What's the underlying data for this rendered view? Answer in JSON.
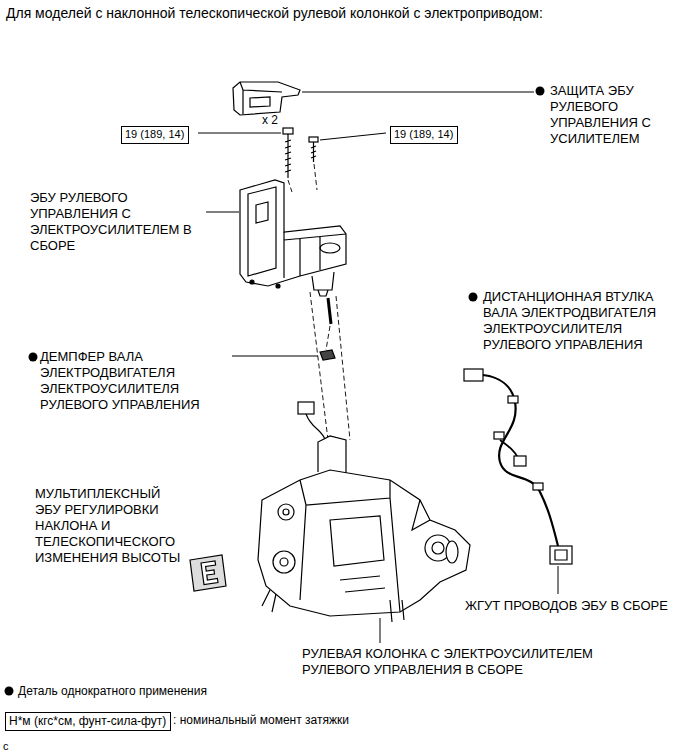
{
  "diagram": {
    "title": "Для моделей с наклонной телескопической рулевой колонкой с электроприводом:",
    "nodes": [
      {
        "text": [
          "19 (189, 14)"
        ]
      },
      {
        "text": [
          "19 (189, 14)"
        ]
      },
      {
        "text": [
          "Н*м (кгс*см, фунт-сила-фут)"
        ]
      }
    ],
    "labels": [
      "x 2",
      "ЗАЩИТА ЭБУ РУЛЕВОГО УПРАВЛЕНИЯ С УСИЛИТЕЛЕМ",
      "ЭБУ РУЛЕВОГО УПРАВЛЕНИЯ С ЭЛЕКТРОУСИЛИТЕЛЕМ В СБОРЕ",
      "ДИСТАНЦИОННАЯ ВТУЛКА ВАЛА ЭЛЕКТРОДВИГАТЕЛЯ ЭЛЕКТРОУСИЛИТЕЛЯ РУЛЕВОГО УПРАВЛЕНИЯ",
      "ДЕМПФЕР ВАЛА ЭЛЕКТРОДВИГАТЕЛЯ ЭЛЕКТРОУСИЛИТЕЛЯ РУЛЕВОГО УПРАВЛЕНИЯ",
      "МУЛЬТИПЛЕКСНЫЙ ЭБУ РЕГУЛИРОВКИ НАКЛОНА И ТЕЛЕСКОПИЧЕСКОГО ИЗМЕНЕНИЯ ВЫСОТЫ",
      "ЖГУТ ПРОВОДОВ ЭБУ В СБОРЕ",
      "РУЛЕВАЯ КОЛОНКА С ЭЛЕКТРОУСИЛИТЕЛЕМ РУЛЕВОГО УПРАВЛЕНИЯ В СБОРЕ",
      "c"
    ],
    "legend": [
      {
        "text": "Деталь однократного применения"
      },
      {
        "text": ": номинальный момент затяжки"
      }
    ]
  }
}
